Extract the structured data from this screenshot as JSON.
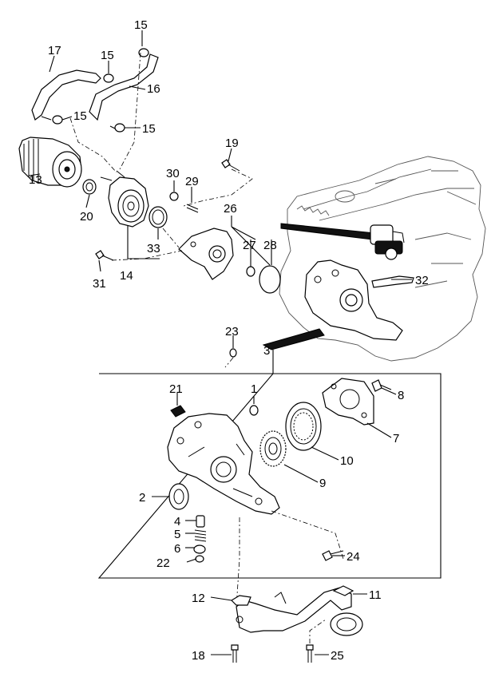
{
  "callouts": [
    "1",
    "2",
    "3",
    "4",
    "5",
    "6",
    "7",
    "8",
    "9",
    "10",
    "11",
    "12",
    "13",
    "14",
    "15",
    "16",
    "17",
    "18",
    "19",
    "20",
    "21",
    "22",
    "23",
    "24",
    "25",
    "26",
    "27",
    "28",
    "29",
    "30",
    "31",
    "32",
    "33"
  ],
  "repeat_15": [
    "15",
    "15",
    "15",
    "15"
  ],
  "colors": {
    "line": "#000000",
    "background": "#ffffff",
    "engine_outline": "#555555"
  }
}
